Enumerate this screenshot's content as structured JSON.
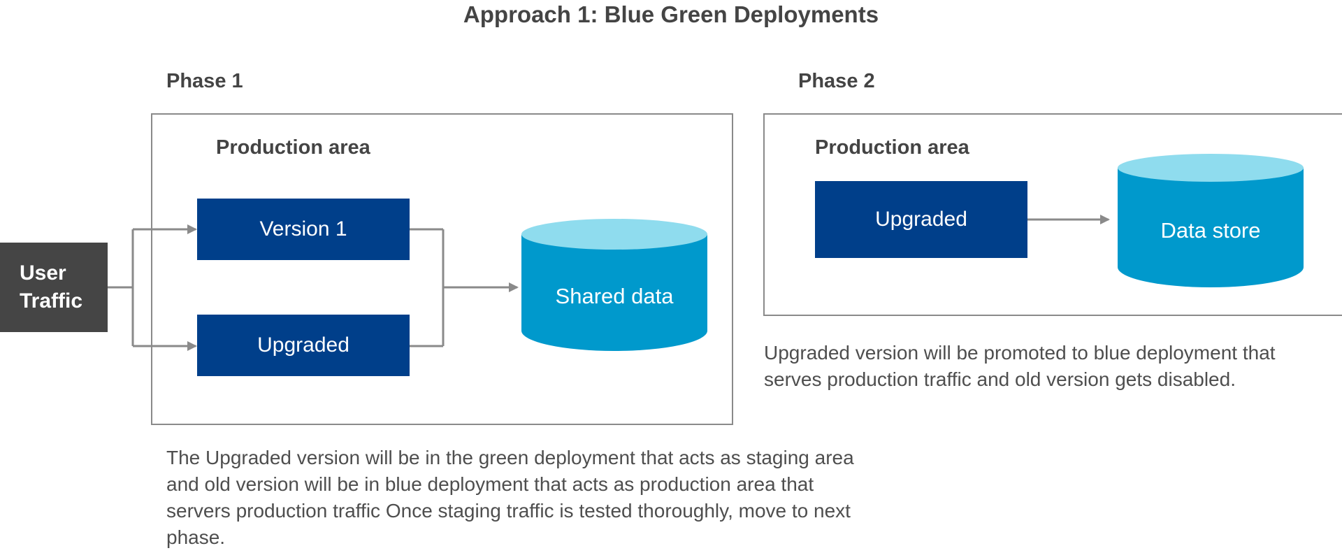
{
  "title": "Approach 1: Blue Green Deployments",
  "colors": {
    "service_box": "#003f8a",
    "user_box": "#454545",
    "cylinder_body": "#0099cc",
    "cylinder_top": "#8fdcee",
    "connector": "#8a8a8a",
    "frame": "#8a8a8a"
  },
  "phase1": {
    "label": "Phase 1",
    "area_label": "Production area",
    "source": {
      "line1": "User",
      "line2": "Traffic"
    },
    "services": [
      {
        "label": "Version 1"
      },
      {
        "label": "Upgraded"
      }
    ],
    "datastore": {
      "label": "Shared data"
    },
    "description": "The Upgraded version will be in the green deployment that acts as staging area and old version will be in blue deployment that acts as production area that servers production traffic Once staging traffic is tested thoroughly, move to next phase."
  },
  "phase2": {
    "label": "Phase 2",
    "area_label": "Production area",
    "service": {
      "label": "Upgraded"
    },
    "datastore": {
      "label": "Data store"
    },
    "description": "Upgraded version will be promoted to blue deployment that serves production traffic and old version gets disabled."
  }
}
